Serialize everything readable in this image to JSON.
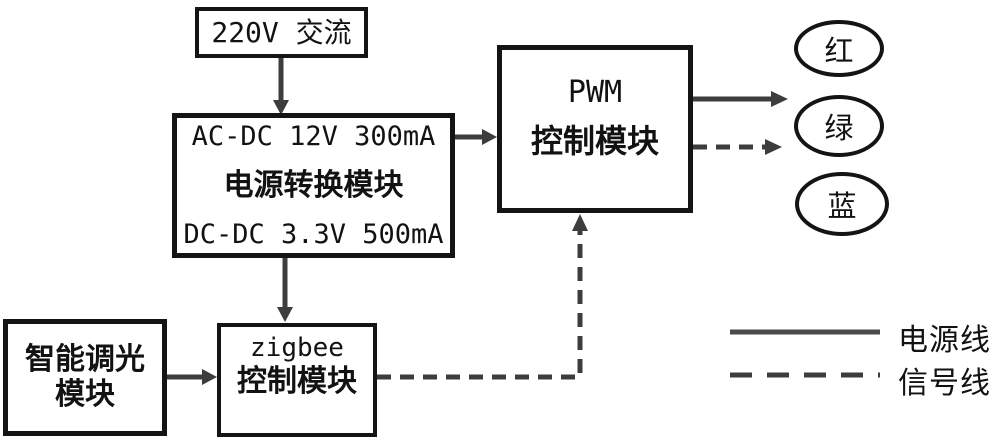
{
  "nodes": {
    "ac_source": {
      "label": "220V 交流"
    },
    "power_module": {
      "line1": "AC-DC 12V 300mA",
      "title": "电源转换模块",
      "line2": "DC-DC 3.3V 500mA"
    },
    "pwm_module": {
      "subtitle": "PWM",
      "title": "控制模块"
    },
    "zigbee_module": {
      "subtitle": "zigbee",
      "title": "控制模块"
    },
    "smart_dimmer": {
      "line1": "智能调光",
      "line2": "模块"
    },
    "led_red": {
      "label": "红"
    },
    "led_green": {
      "label": "绿"
    },
    "led_blue": {
      "label": "蓝"
    }
  },
  "legend": {
    "power_line_label": "电源线",
    "signal_line_label": "信号线"
  },
  "colors": {
    "box_border": "#141414",
    "connector": "#3d3d3d",
    "legend_solid": "#4a4a4a",
    "bg": "#ffffff"
  }
}
